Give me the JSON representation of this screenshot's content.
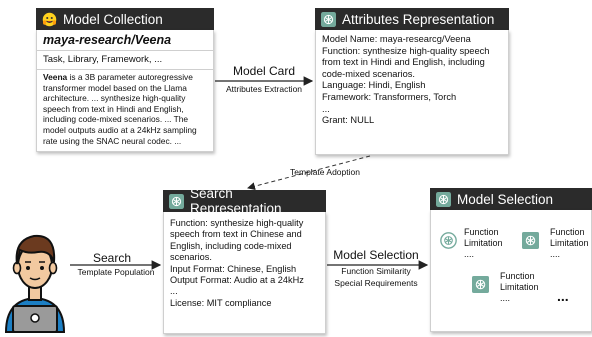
{
  "model_collection": {
    "title": "Model Collection",
    "repo": "maya-research/Veena",
    "tags": "Task, Library, Framework, ...",
    "desc_name": "Veena",
    "desc_text": " is a 3B parameter autoregressive transformer model based on the Llama architecture. ... synthesize high-quality speech from text in Hindi and English, including code-mixed scenarios. ... The model outputs audio at a 24kHz sampling rate using the SNAC neural codec. ..."
  },
  "attributes": {
    "title": "Attributes Representation",
    "lines": [
      "Model Name: maya-researcg/Veena",
      "Function: synthesize high-quality speech from text in Hindi and English, including code-mixed scenarios.",
      "Language: Hindi, English",
      "Framework: Transformers, Torch",
      "...",
      "Grant: NULL"
    ]
  },
  "search_rep": {
    "title": "Search Representation",
    "lines": [
      "Function: synthesize high-quality speech from text in Chinese and English, including code-mixed scenarios.",
      "Input Format: Chinese, English",
      "Output Format: Audio at a 24kHz",
      "...",
      "License: MIT compliance"
    ]
  },
  "model_selection": {
    "title": "Model Selection",
    "items": [
      {
        "function": "Function",
        "limitation": "Limitation",
        "dots": "...."
      },
      {
        "function": "Function",
        "limitation": "Limitation",
        "dots": "...."
      },
      {
        "function": "Function",
        "limitation": "Limitation",
        "dots": "...."
      }
    ],
    "ellipsis": "..."
  },
  "arrows": {
    "model_card": {
      "main": "Model Card",
      "sub": "Attributes Extraction"
    },
    "template_adoption": "Template Adoption",
    "search": {
      "main": "Search",
      "sub": "Template Population"
    },
    "model_selection": {
      "main": "Model Selection",
      "sub1": "Function Similarity",
      "sub2": "Special Requirements"
    }
  },
  "colors": {
    "header_bg": "#2b2b2b",
    "openai_green": "#74aa9c",
    "hf_yellow": "#FFD21E",
    "user_skin": "#f2c9a0",
    "user_shirt": "#1c7fc4",
    "laptop": "#7a7a7a"
  }
}
